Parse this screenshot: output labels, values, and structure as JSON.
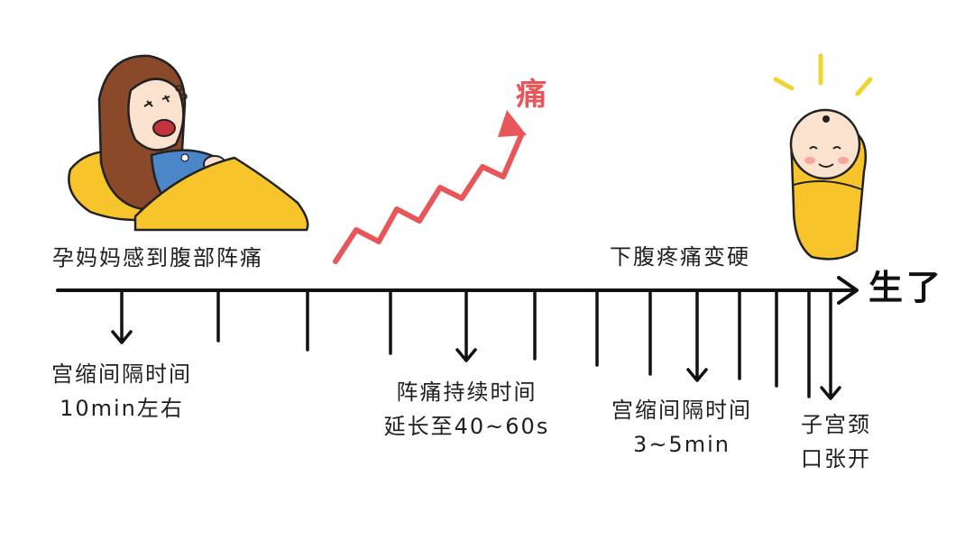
{
  "labels": {
    "start": "孕妈妈感到腹部阵痛",
    "pain": "痛",
    "lower_abdomen": "下腹疼痛变硬",
    "born": "生了",
    "interval_10_line1": "宫缩间隔时间",
    "interval_10_line2": "10min左右",
    "duration_line1": "阵痛持续时间",
    "duration_line2": "延长至40~60s",
    "interval_3_line1": "宫缩间隔时间",
    "interval_3_line2": "3~5min",
    "cervix_line1": "子宫颈",
    "cervix_line2": "口张开"
  },
  "colors": {
    "line": "#111111",
    "pain_arrow": "#e8565a",
    "blanket": "#f7c52b",
    "skin": "#fbe2cf",
    "hair": "#8a4a2a",
    "pajama": "#4a86c8"
  },
  "icons": {
    "mother": "pregnant-woman-illustration",
    "baby": "swaddled-baby-illustration",
    "arrow": "zigzag-arrow-icon"
  }
}
